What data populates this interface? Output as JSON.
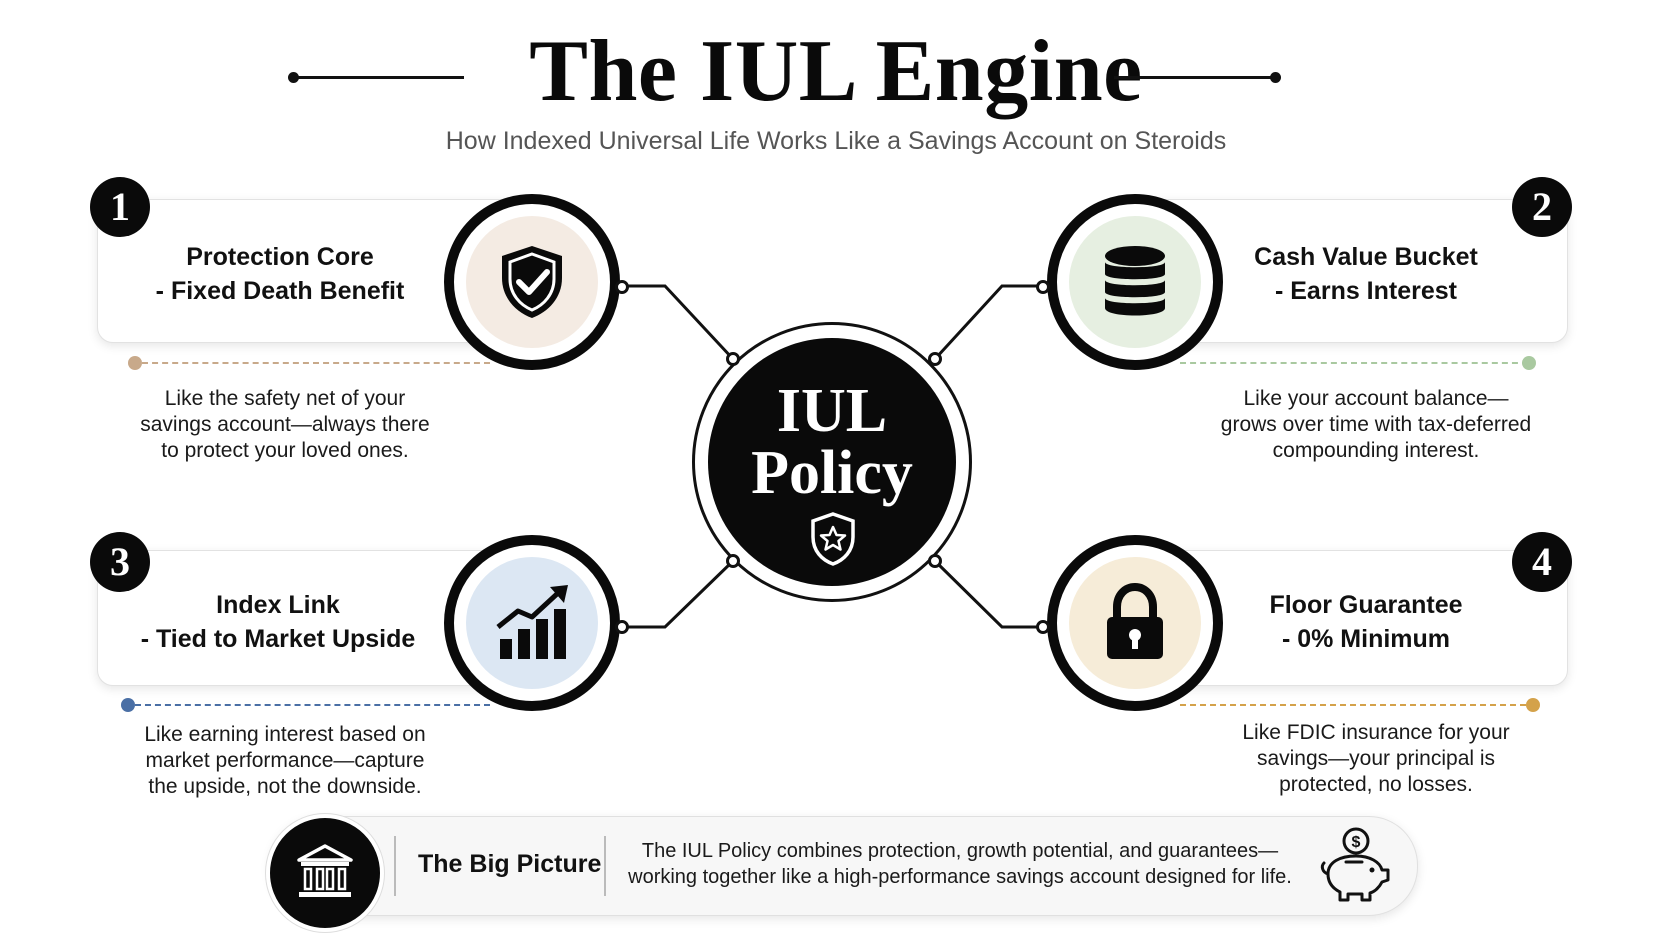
{
  "header": {
    "title": "The IUL Engine",
    "subtitle": "How Indexed Universal Life Works Like a Savings Account on Steroids"
  },
  "center": {
    "line1": "IUL",
    "line2": "Policy",
    "icon": "shield-star-icon"
  },
  "cards": [
    {
      "number": "1",
      "title_line1": "Protection Core",
      "title_line2": "- Fixed Death Benefit",
      "icon": "shield-check-icon",
      "description": [
        "Like the safety net of your",
        "savings account—always there",
        "to protect your loved ones."
      ],
      "accent": "#c8a98a",
      "icon_bg": "#f4ebe3"
    },
    {
      "number": "2",
      "title_line1": "Cash Value Bucket",
      "title_line2": "- Earns Interest",
      "icon": "database-icon",
      "description": [
        "Like your account balance—",
        "grows over time with tax-deferred",
        "compounding interest."
      ],
      "accent": "#a9c9a0",
      "icon_bg": "#e6efe1"
    },
    {
      "number": "3",
      "title_line1": "Index Link",
      "title_line2": "- Tied to Market Upside",
      "icon": "growth-chart-icon",
      "description": [
        "Like earning interest based on",
        "market performance—capture",
        "the upside, not the downside."
      ],
      "accent": "#4a6fa5",
      "icon_bg": "#dce7f3"
    },
    {
      "number": "4",
      "title_line1": "Floor Guarantee",
      "title_line2": "- 0% Minimum",
      "icon": "padlock-icon",
      "description": [
        "Like FDIC insurance for your",
        "savings—your principal is",
        "protected, no losses."
      ],
      "accent": "#d4a24a",
      "icon_bg": "#f6ecd8"
    }
  ],
  "footer": {
    "title": "The Big Picture",
    "description": [
      "The IUL Policy combines protection, growth potential, and guarantees—",
      "working together like a high-performance savings account designed for life."
    ],
    "left_icon": "bank-icon",
    "right_icon": "piggy-bank-icon"
  }
}
